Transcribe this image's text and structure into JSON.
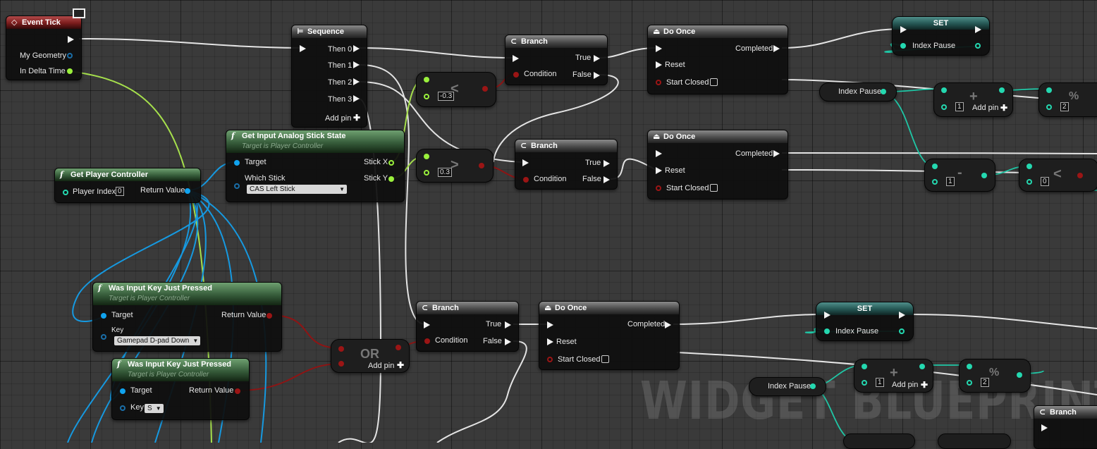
{
  "nodes": {
    "event_tick": {
      "title": "Event Tick",
      "pins": [
        "My Geometry",
        "In Delta Time"
      ]
    },
    "sequence": {
      "title": "Sequence",
      "pins": [
        "Then 0",
        "Then 1",
        "Then 2",
        "Then 3"
      ],
      "add_pin": "Add pin"
    },
    "branch_1": {
      "title": "Branch",
      "pins": [
        "Condition",
        "True",
        "False"
      ]
    },
    "branch_2": {
      "title": "Branch",
      "pins": [
        "Condition",
        "True",
        "False"
      ]
    },
    "branch_3": {
      "title": "Branch",
      "pins": [
        "Condition",
        "True",
        "False"
      ]
    },
    "branch_4": {
      "title": "Branch"
    },
    "do_once_1": {
      "title": "Do Once",
      "pins": [
        "Reset",
        "Start Closed",
        "Completed"
      ]
    },
    "do_once_2": {
      "title": "Do Once",
      "pins": [
        "Reset",
        "Start Closed",
        "Completed"
      ]
    },
    "do_once_3": {
      "title": "Do Once",
      "pins": [
        "Reset",
        "Start Closed",
        "Completed"
      ]
    },
    "set_1": {
      "title": "SET",
      "var": "Index Pause"
    },
    "set_2": {
      "title": "SET",
      "var": "Index Pause"
    },
    "index_pause_get_1": "Index Pause",
    "index_pause_get_2": "Index Pause",
    "less_1": {
      "symbol": "<",
      "value": "-0.3"
    },
    "greater_1": {
      "symbol": ">",
      "value": "0.3"
    },
    "analog": {
      "title": "Get Input Analog Stick State",
      "subtitle": "Target is Player Controller",
      "pins": [
        "Target",
        "Which Stick",
        "Stick X",
        "Stick Y"
      ],
      "stick_value": "CAS Left Stick"
    },
    "get_pc": {
      "title": "Get Player Controller",
      "pins": [
        "Player Index",
        "Return Value"
      ],
      "index_value": "0"
    },
    "was_key_1": {
      "title": "Was Input Key Just Pressed",
      "subtitle": "Target is Player Controller",
      "pins": [
        "Target",
        "Key",
        "Return Value"
      ],
      "key_value": "Gamepad D-pad Down"
    },
    "was_key_2": {
      "title": "Was Input Key Just Pressed",
      "subtitle": "Target is Player Controller",
      "pins": [
        "Target",
        "Key",
        "Return Value"
      ],
      "key_value": "S"
    },
    "or_node": {
      "title": "OR",
      "add_pin": "Add pin"
    },
    "add_1": {
      "symbol": "+",
      "value": "1",
      "add_pin": "Add pin"
    },
    "add_2": {
      "symbol": "+",
      "value": "1",
      "add_pin": "Add pin"
    },
    "mod_1": {
      "symbol": "%",
      "value": "2"
    },
    "mod_2": {
      "symbol": "%",
      "value": "2"
    },
    "sub_1": {
      "symbol": "-",
      "value": "1"
    },
    "less_2": {
      "symbol": "<",
      "value": "0"
    }
  },
  "watermark": "WIDGET BLUEPRINT",
  "colors": {
    "exec": "#f2f2f2",
    "bool": "#9b1515",
    "float": "#9af03c",
    "object": "#10a3ef",
    "struct": "#1a6ea8",
    "int": "#24d8b0"
  }
}
